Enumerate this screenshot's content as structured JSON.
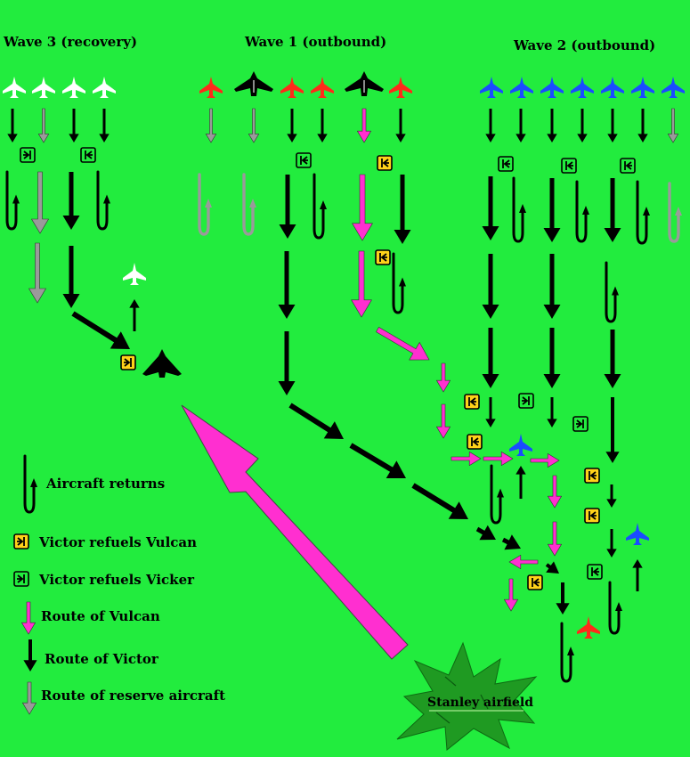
{
  "titles": {
    "wave3": "Wave 3 (recovery)",
    "wave1": "Wave 1 (outbound)",
    "wave2": "Wave 2 (outbound)"
  },
  "legend": {
    "returns": "Aircraft returns",
    "refuel_vulcan": "Victor refuels Vulcan",
    "refuel_vicker": "Victor refuels Vicker",
    "route_vulcan": "Route of Vulcan",
    "route_victor": "Route of Victor",
    "route_reserve": "Route of reserve aircraft"
  },
  "airfield": "Stanley airfield",
  "colors": {
    "background": "#22ec3e",
    "vulcan_route": "#ff2fd0",
    "victor_route": "#000000",
    "reserve_route": "#9a9a9a",
    "wave1_aircraft": "#ff2a1a",
    "wave2_aircraft": "#1a4cff",
    "wave3_aircraft": "#ffffff",
    "refuel_vulcan_box": "#ffd21a"
  }
}
